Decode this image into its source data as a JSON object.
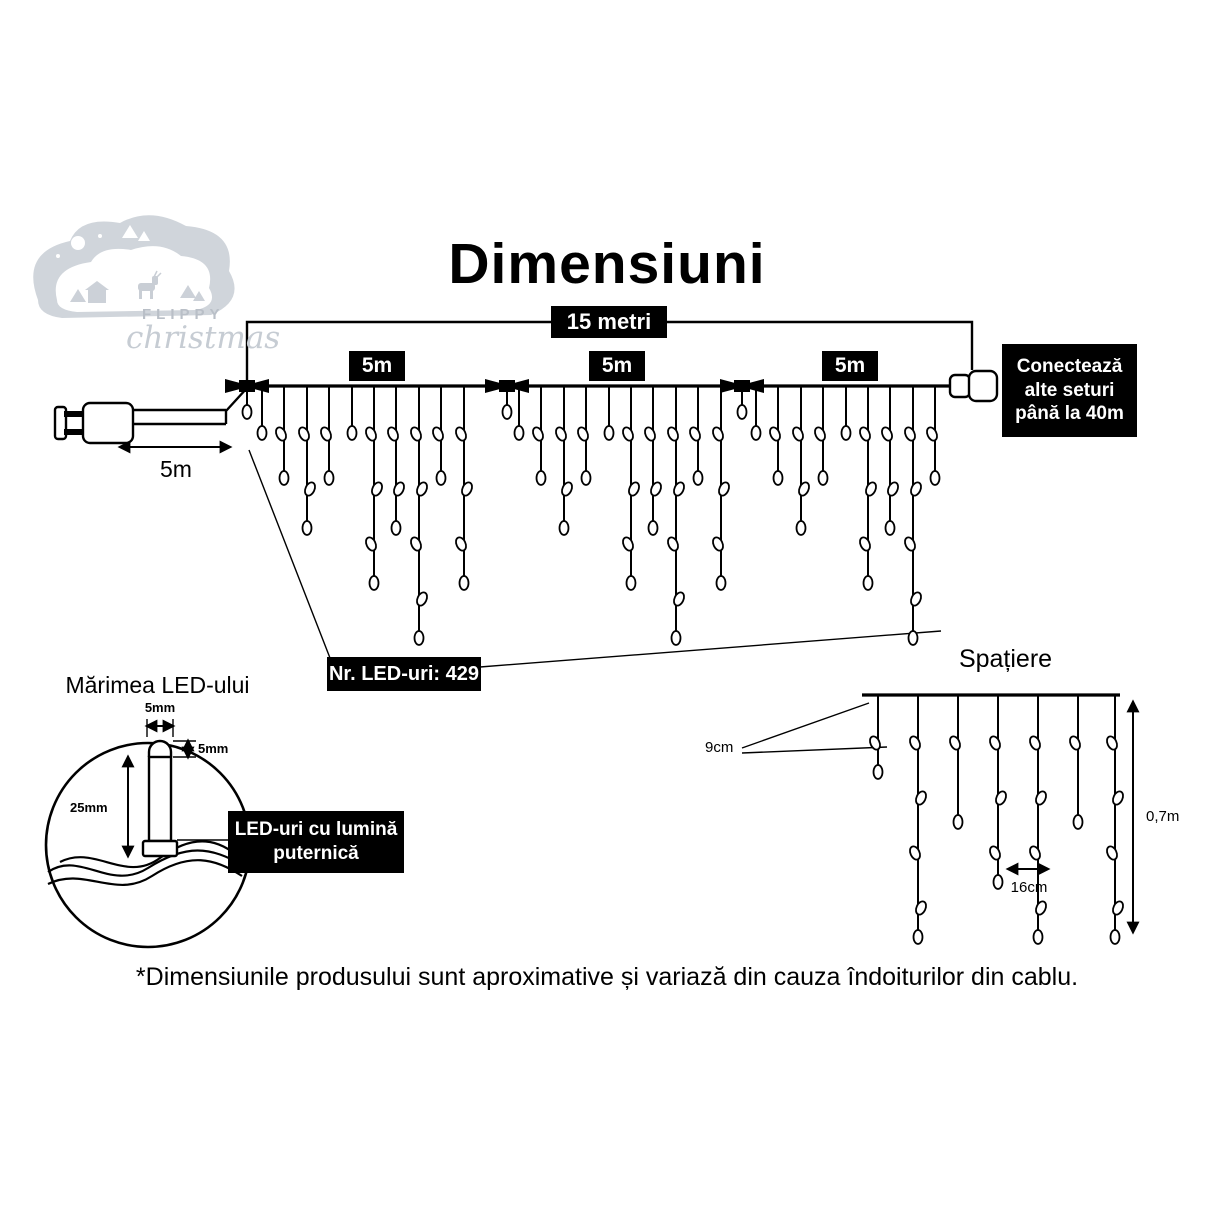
{
  "title": "Dimensiuni",
  "logo": {
    "name": "FLIPPY",
    "script": "christmas"
  },
  "main_diagram": {
    "total_length": "15 metri",
    "section_labels": [
      "5m",
      "5m",
      "5m"
    ],
    "lead_length": "5m",
    "led_count": "Nr. LED-uri: 429",
    "connect_note": "Conectează alte seturi până la 40m"
  },
  "led_size": {
    "heading": "Mărimea LED-ului",
    "bulb_width": "5mm",
    "cap_height": "5mm",
    "body_height": "25mm",
    "note": "LED-uri cu lumină puternică"
  },
  "spacing": {
    "heading": "Spațiere",
    "start_gap": "9cm",
    "drop_gap": "16cm",
    "drop_length": "0,7m"
  },
  "footnote": "*Dimensiunile produsului sunt aproximative și variază din cauza îndoiturilor din cablu."
}
